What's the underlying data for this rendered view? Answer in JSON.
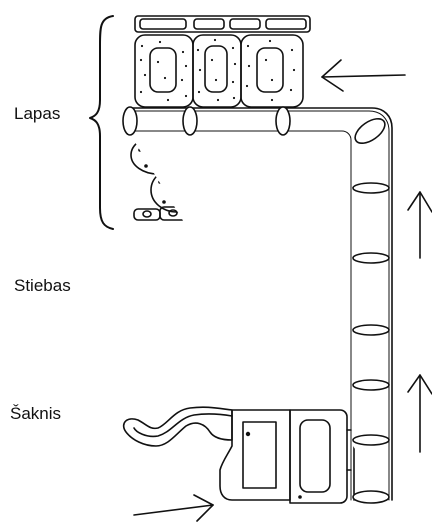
{
  "diagram": {
    "labels": {
      "leaf": "Lapas",
      "stem": "Stiebas",
      "root": "Šaknis"
    },
    "colors": {
      "ink": "#111111",
      "paper": "#ffffff"
    }
  }
}
